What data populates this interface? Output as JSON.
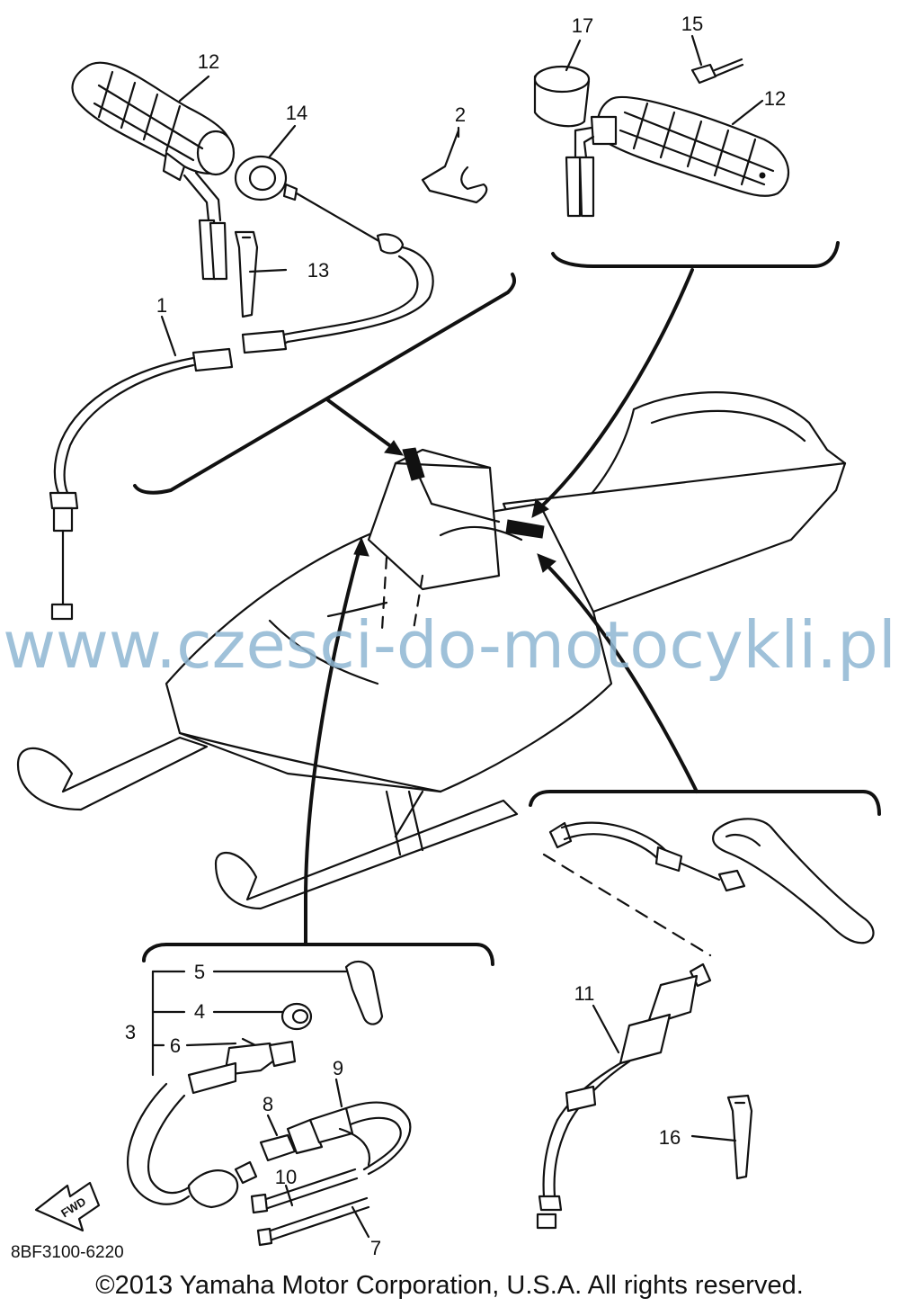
{
  "labels": {
    "p1": "1",
    "p2": "2",
    "p3": "3",
    "p4": "4",
    "p5": "5",
    "p6": "6",
    "p7": "7",
    "p8": "8",
    "p9": "9",
    "p10": "10",
    "p11": "11",
    "p12a": "12",
    "p12b": "12",
    "p13": "13",
    "p14": "14",
    "p15": "15",
    "p16": "16",
    "p17": "17"
  },
  "watermark": "www.czesci-do-motocykli.pl",
  "diagram_code": "8BF3100-6220",
  "copyright": "©2013 Yamaha Motor Corporation, U.S.A. All rights reserved.",
  "fwd_label": "FWD"
}
